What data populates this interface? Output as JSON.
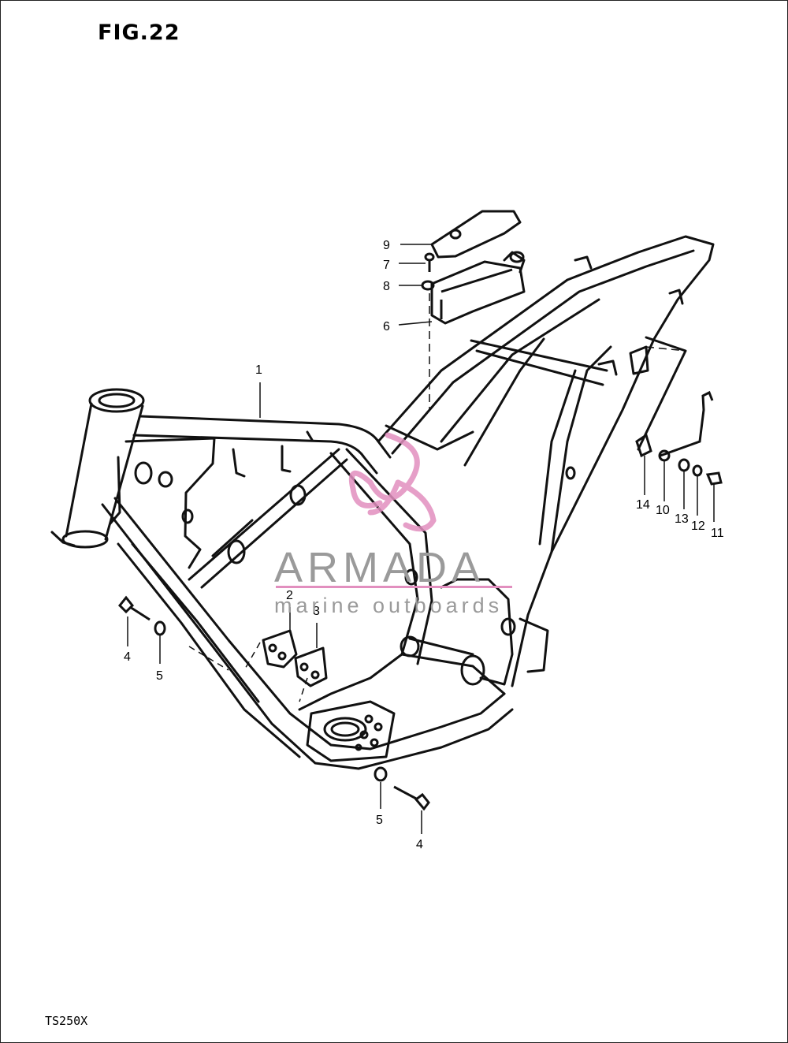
{
  "figure": {
    "title": "FIG.22",
    "model": "TS250X"
  },
  "watermark": {
    "title": "ARMADA",
    "subtitle": "marine outboards",
    "text_color": "#9a9a9a",
    "logo_color": "#e28fbf"
  },
  "callouts": [
    {
      "text": "1"
    },
    {
      "text": "2"
    },
    {
      "text": "3"
    },
    {
      "text": "4"
    },
    {
      "text": "5"
    },
    {
      "text": "9"
    },
    {
      "text": "7"
    },
    {
      "text": "8"
    },
    {
      "text": "6"
    },
    {
      "text": "14"
    },
    {
      "text": "10"
    },
    {
      "text": "13"
    },
    {
      "text": "12"
    },
    {
      "text": "11"
    },
    {
      "text": "5"
    },
    {
      "text": "4"
    }
  ]
}
